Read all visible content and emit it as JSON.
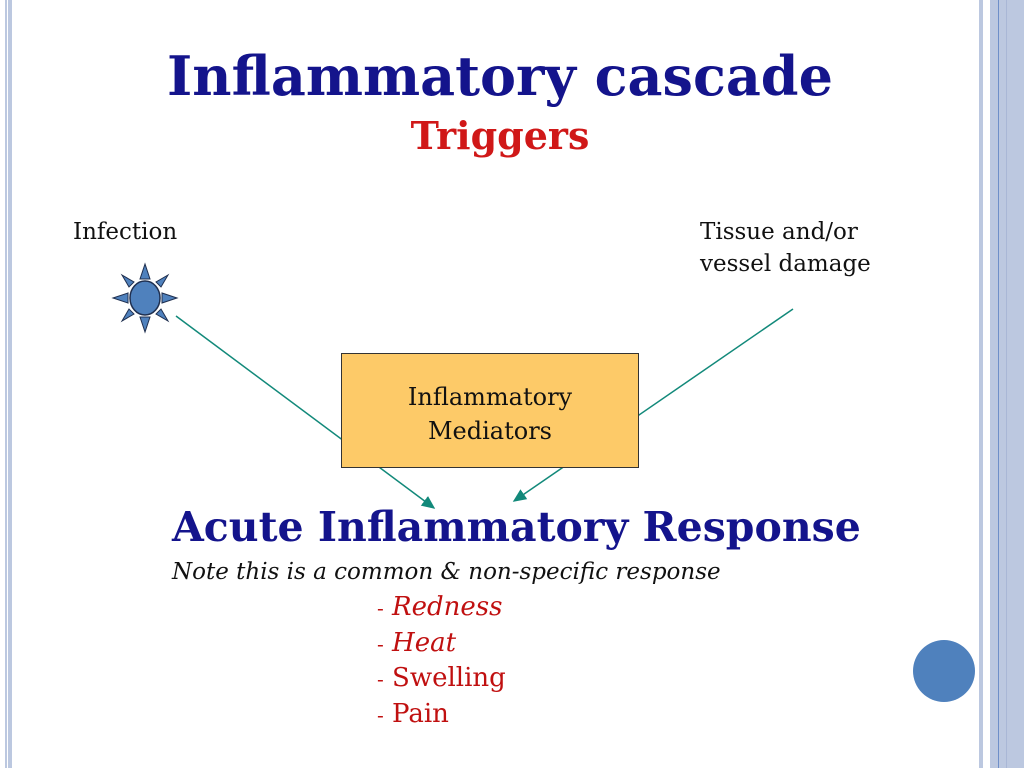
{
  "slide": {
    "title": "Inflammatory cascade",
    "subtitle": "Triggers",
    "trigger_left": "Infection",
    "trigger_right_line1": "Tissue and/or",
    "trigger_right_line2": "vessel damage",
    "box_line1": "Inflammatory",
    "box_line2": "Mediators",
    "response_title": "Acute Inflammatory Response",
    "note": "Note this is a common & non-specific response",
    "signs": [
      {
        "dash": "-",
        "label": "Redness"
      },
      {
        "dash": "-",
        "label": "Heat"
      },
      {
        "dash": "-",
        "label": "Swelling"
      },
      {
        "dash": "-",
        "label": "Pain"
      }
    ]
  },
  "colors": {
    "title": "#14148c",
    "accent_red": "#d01818",
    "box": "#fdca68",
    "arrow": "#12897a",
    "sun": "#4f81bd"
  }
}
